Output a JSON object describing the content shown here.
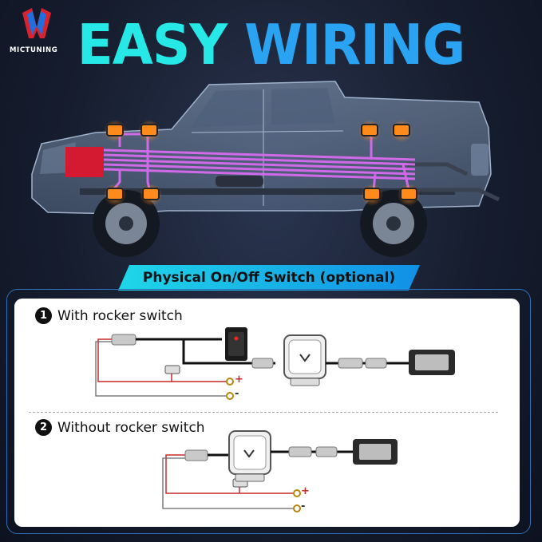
{
  "brand": {
    "name": "MICTUNING"
  },
  "headline": {
    "word1": "EASY",
    "word2": "WIRING"
  },
  "banner": {
    "text": "Physical On/Off Switch (optional)"
  },
  "sections": [
    {
      "number": "1",
      "title": "With rocker switch"
    },
    {
      "number": "2",
      "title": "Without rocker switch"
    }
  ],
  "terminals": {
    "positive": "+",
    "negative": "-"
  },
  "colors": {
    "cyan": "#26e8e6",
    "blue": "#2aa4f2",
    "wire": "#d86bf0",
    "led": "#ff8a1c",
    "red_box": "#d41a30"
  }
}
